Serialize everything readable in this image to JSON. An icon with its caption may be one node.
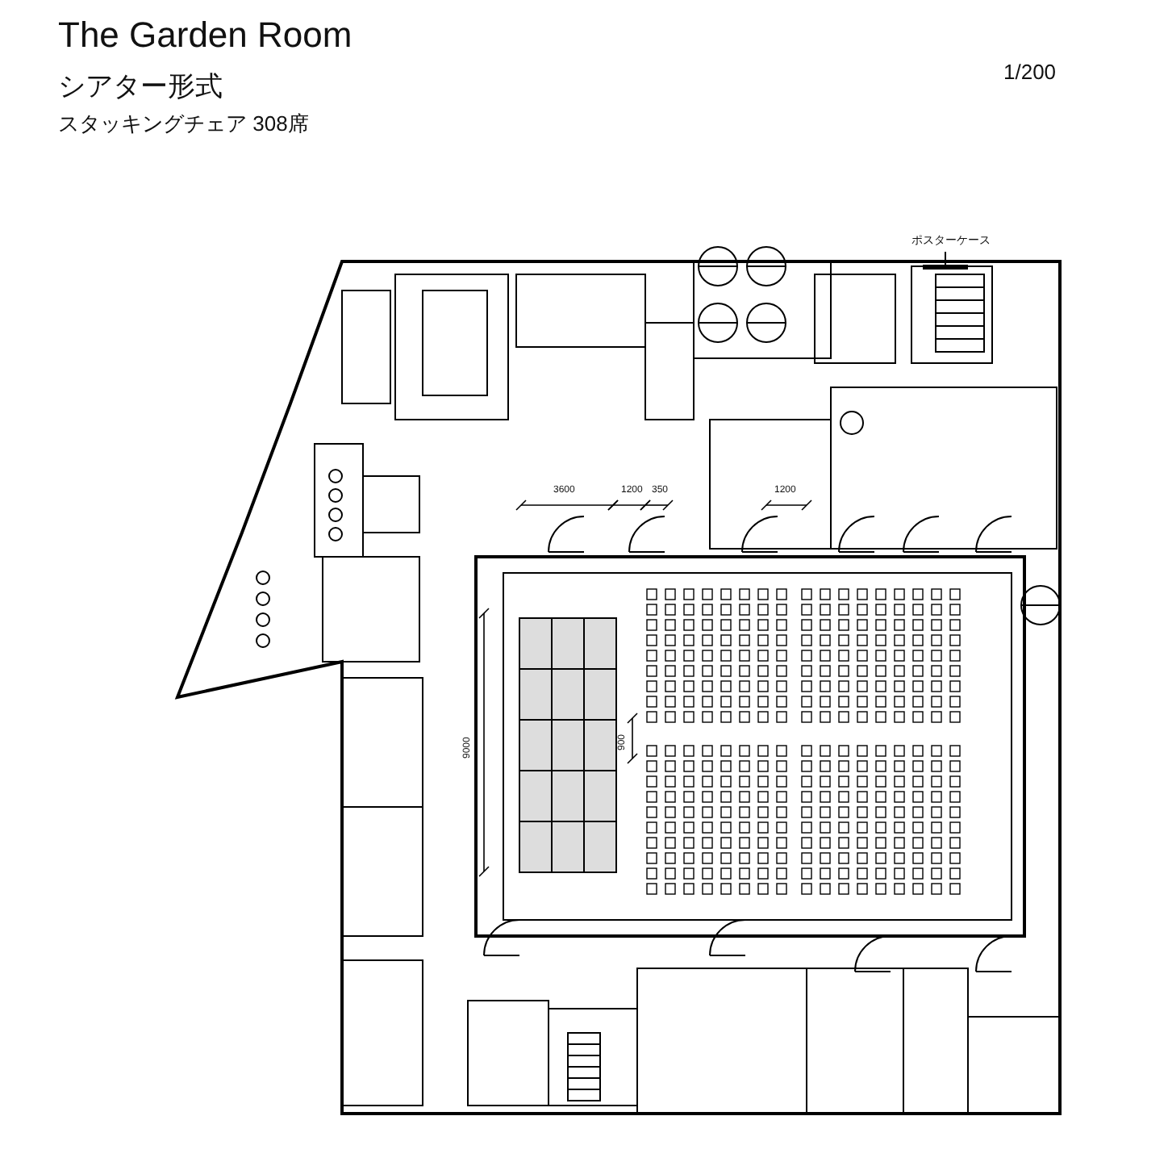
{
  "diagram": {
    "title": "The Garden Room",
    "nodes": [
      {
        "text": [
          "ポスターケース"
        ]
      },
      {
        "text": [],
        "shape": "bar"
      }
    ],
    "edges": [
      {
        "from": 0,
        "to": 1,
        "arrow": "none"
      }
    ],
    "labels": [
      "シアター形式",
      "スタッキングチェア 308席",
      "1/200",
      "3600",
      "1200",
      "350",
      "1200",
      "9000",
      "900"
    ]
  }
}
